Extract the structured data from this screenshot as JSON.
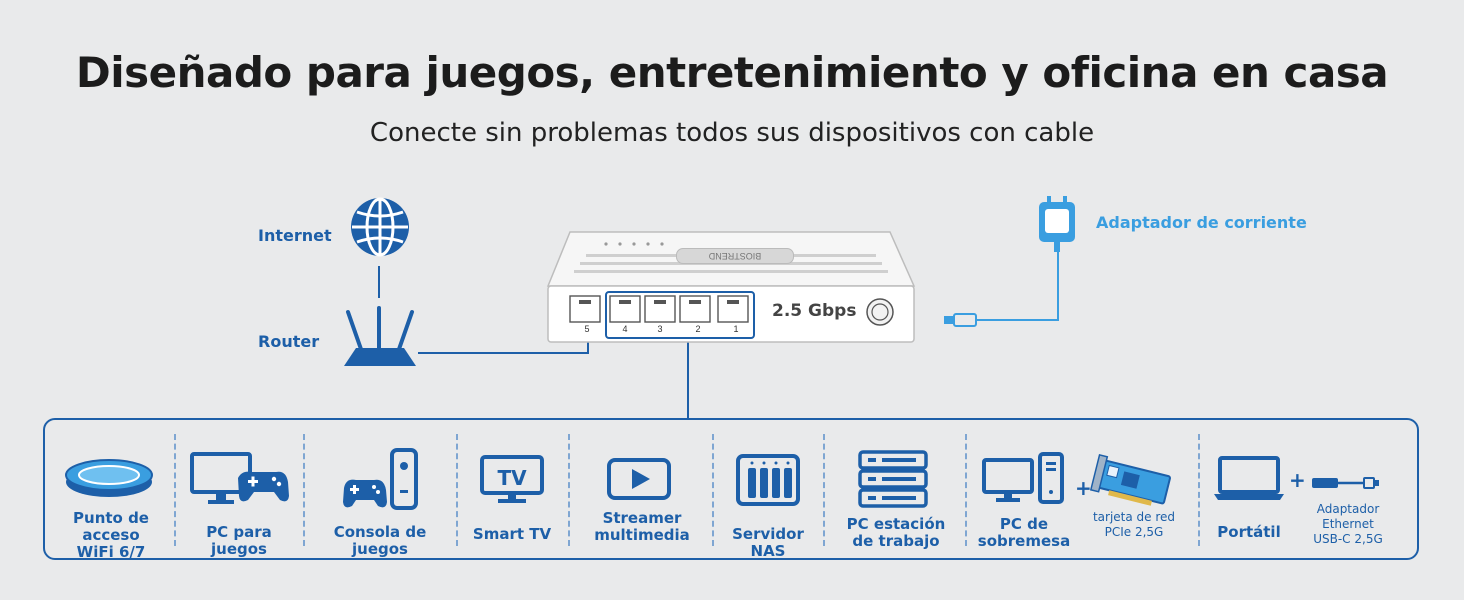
{
  "header": {
    "title": "Diseñado para juegos, entretenimiento y oficina en casa",
    "subtitle": "Conecte sin problemas todos sus dispositivos con cable"
  },
  "network": {
    "internet_label": "Internet",
    "router_label": "Router",
    "power_label": "Adaptador de corriente",
    "speed_label": "2.5 Gbps",
    "brand_text": "BIOSTREND",
    "ports": [
      "5",
      "4",
      "3",
      "2",
      "1"
    ]
  },
  "devices": [
    {
      "label": "Punto de acceso\nWiFi 6/7",
      "icon": "access-point-icon"
    },
    {
      "label": "PC para juegos",
      "icon": "gaming-pc-icon"
    },
    {
      "label": "Consola de juegos",
      "icon": "game-console-icon"
    },
    {
      "label": "Smart TV",
      "icon": "smart-tv-icon"
    },
    {
      "label": "Streamer\nmultimedia",
      "icon": "media-streamer-icon"
    },
    {
      "label": "Servidor NAS",
      "icon": "nas-server-icon"
    },
    {
      "label": "PC estación\nde trabajo",
      "icon": "workstation-icon"
    },
    {
      "label": "PC de\nsobremesa",
      "icon": "desktop-pc-icon"
    },
    {
      "label": "tarjeta de red\nPCIe 2,5G",
      "icon": "pcie-card-icon"
    },
    {
      "label": "Portátil",
      "icon": "laptop-icon"
    },
    {
      "label": "Adaptador\nEthernet\nUSB-C 2,5G",
      "icon": "usb-adapter-icon"
    }
  ],
  "plus_sign": "+",
  "colors": {
    "primary_blue": "#1d5fa8",
    "light_blue": "#3a9ee0",
    "background": "#e9eaeb"
  },
  "tv_text": "TV"
}
